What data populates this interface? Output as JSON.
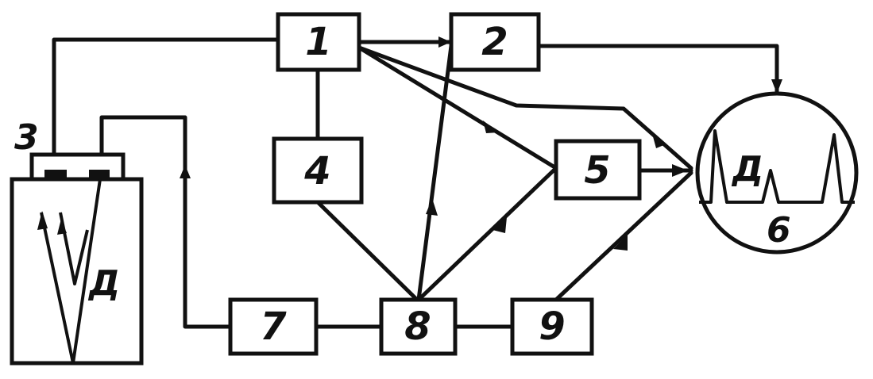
{
  "blocks": {
    "b1": "1",
    "b2": "2",
    "b4": "4",
    "b5": "5",
    "b7": "7",
    "b8": "8",
    "b9": "9"
  },
  "labels": {
    "sensor_number": "3",
    "display_number": "6",
    "vessel_letter": "Д",
    "display_letter": "Д"
  }
}
